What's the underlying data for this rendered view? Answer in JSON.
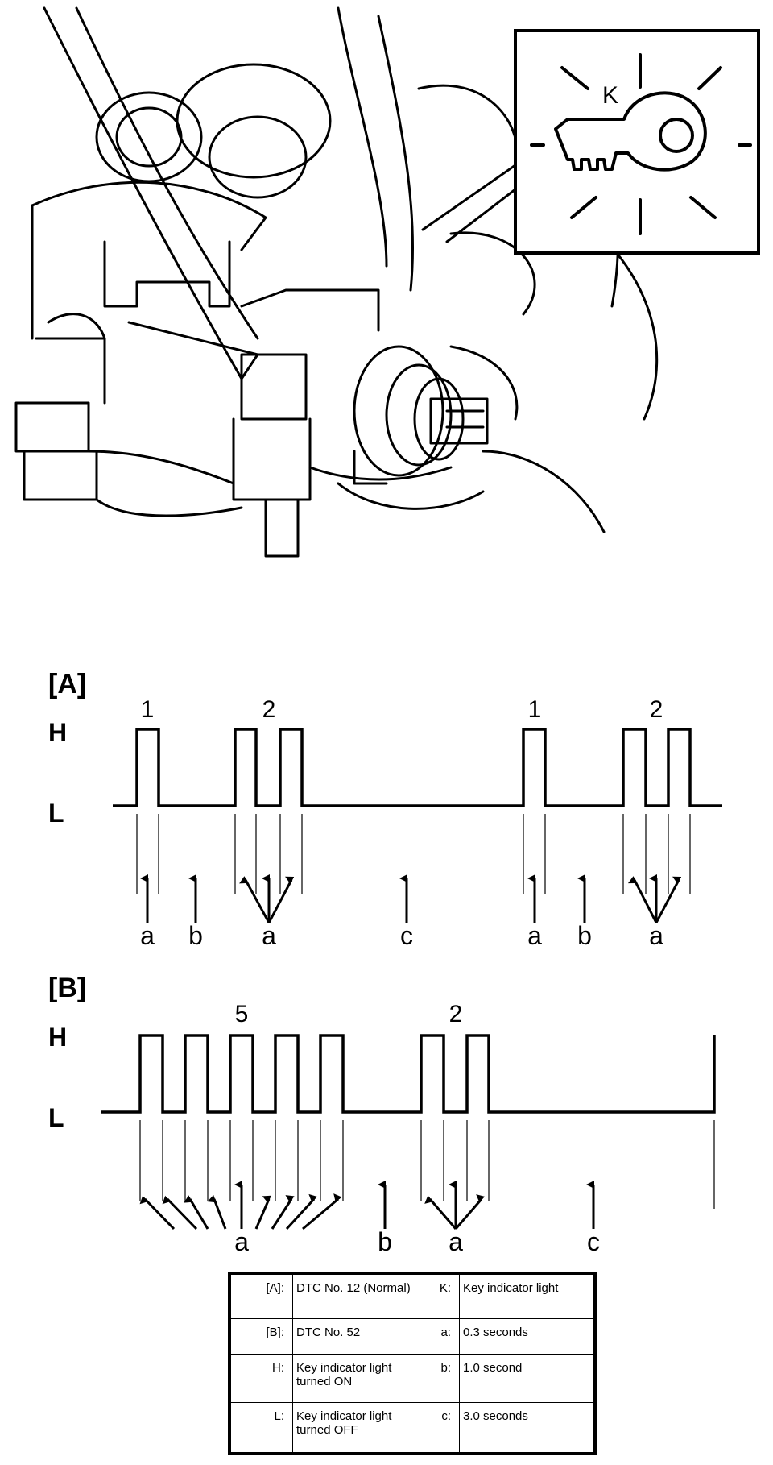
{
  "illustration": {
    "callout_letter": "K"
  },
  "diagram_a": {
    "label": "[A]",
    "h_label": "H",
    "l_label": "L",
    "counts": [
      "1",
      "2",
      "1",
      "2"
    ],
    "pulse_groups": [
      1,
      2,
      1,
      2
    ],
    "arrow_labels": [
      "a",
      "b",
      "a",
      "c",
      "a",
      "b",
      "a"
    ]
  },
  "diagram_b": {
    "label": "[B]",
    "h_label": "H",
    "l_label": "L",
    "counts": [
      "5",
      "2"
    ],
    "pulse_groups": [
      5,
      2
    ],
    "arrow_labels": [
      "a",
      "b",
      "a",
      "c"
    ]
  },
  "legend": {
    "rows": [
      {
        "key": "[A]:",
        "value": "DTC No. 12 (Normal)",
        "key2": "K:",
        "value2": "Key indicator light"
      },
      {
        "key": "[B]:",
        "value": "DTC No. 52",
        "key2": "a:",
        "value2": "0.3 seconds"
      },
      {
        "key": "H:",
        "value": "Key indicator light turned ON",
        "key2": "b:",
        "value2": "1.0 second"
      },
      {
        "key": "L:",
        "value": "Key indicator light turned OFF",
        "key2": "c:",
        "value2": "3.0 seconds"
      }
    ]
  }
}
